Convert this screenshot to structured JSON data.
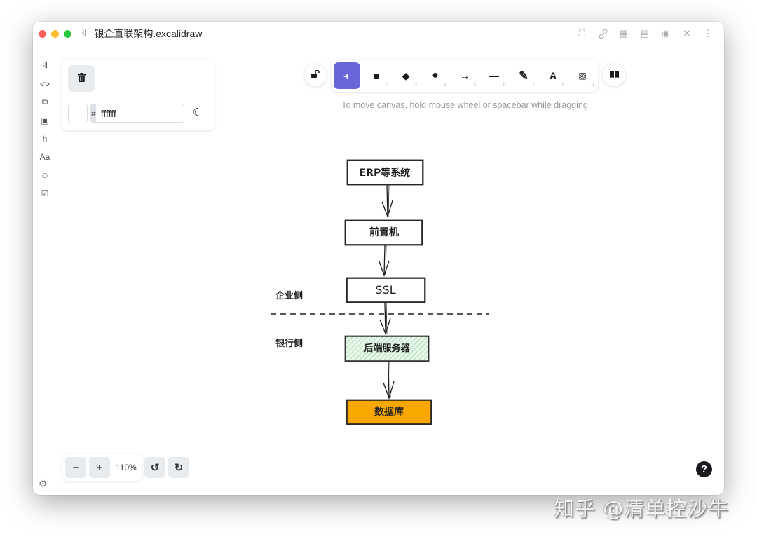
{
  "window": {
    "title": "银企直联架构.excalidraw",
    "traffic_lights": {
      "close": "#fe5f57",
      "minimize": "#febc2e",
      "maximize": "#28c840"
    },
    "title_actions": [
      {
        "name": "fullscreen-icon",
        "glyph": "⛶"
      },
      {
        "name": "link-icon",
        "glyph": "🔗"
      },
      {
        "name": "presentation-icon",
        "glyph": "▦"
      },
      {
        "name": "save-icon",
        "glyph": "▤"
      },
      {
        "name": "play-icon",
        "glyph": "◉"
      },
      {
        "name": "close-icon",
        "glyph": "✕"
      },
      {
        "name": "more-icon",
        "glyph": "⋮"
      }
    ]
  },
  "sidebar": {
    "items": [
      {
        "name": "pin-icon",
        "glyph": "𝄇"
      },
      {
        "name": "code-icon",
        "glyph": "<>"
      },
      {
        "name": "briefcase-icon",
        "glyph": "⧉"
      },
      {
        "name": "apple-icon",
        "glyph": "▣"
      },
      {
        "name": "hugo-icon",
        "glyph": "h"
      },
      {
        "name": "font-icon",
        "glyph": "Aa"
      },
      {
        "name": "emoji-icon",
        "glyph": "☺"
      },
      {
        "name": "calendar-icon",
        "glyph": "☑"
      }
    ],
    "settings_glyph": "⚙"
  },
  "properties": {
    "delete_glyph": "🗑",
    "background_color": "#ffffff",
    "hex_prefix": "#",
    "hex_value": "ffffff",
    "theme_glyph": "☾"
  },
  "toolbar": {
    "lock_glyph": "🔓",
    "tools": [
      {
        "name": "selection-tool",
        "glyph": "➤",
        "key": "1",
        "active": true
      },
      {
        "name": "rectangle-tool",
        "glyph": "■",
        "key": "2"
      },
      {
        "name": "diamond-tool",
        "glyph": "◆",
        "key": "3"
      },
      {
        "name": "ellipse-tool",
        "glyph": "●",
        "key": "4"
      },
      {
        "name": "arrow-tool",
        "glyph": "→",
        "key": "5"
      },
      {
        "name": "line-tool",
        "glyph": "—",
        "key": "6"
      },
      {
        "name": "pencil-tool",
        "glyph": "✎",
        "key": "7"
      },
      {
        "name": "text-tool",
        "glyph": "A",
        "key": "8"
      },
      {
        "name": "image-tool",
        "glyph": "▨",
        "key": "9"
      }
    ],
    "library_glyph": "📖",
    "hint": "To move canvas, hold mouse wheel or spacebar while dragging",
    "accent": "#6965db"
  },
  "footer": {
    "zoom_out": "−",
    "zoom_in": "+",
    "zoom_level": "110%",
    "undo": "↺",
    "redo": "↻",
    "help": "?"
  },
  "diagram": {
    "nodes": [
      {
        "id": "erp",
        "label": "ERP等系统",
        "fill": "#ffffff"
      },
      {
        "id": "frontend",
        "label": "前置机",
        "fill": "#ffffff"
      },
      {
        "id": "ssl",
        "label": "SSL",
        "fill": "#ffffff"
      },
      {
        "id": "backend",
        "label": "后端服务器",
        "fill": "#b2f2bb"
      },
      {
        "id": "db",
        "label": "数据库",
        "fill": "#f8a800"
      }
    ],
    "labels": {
      "enterprise_side": "企业侧",
      "bank_side": "银行侧"
    }
  },
  "watermark": "知乎 @清单控沙牛"
}
